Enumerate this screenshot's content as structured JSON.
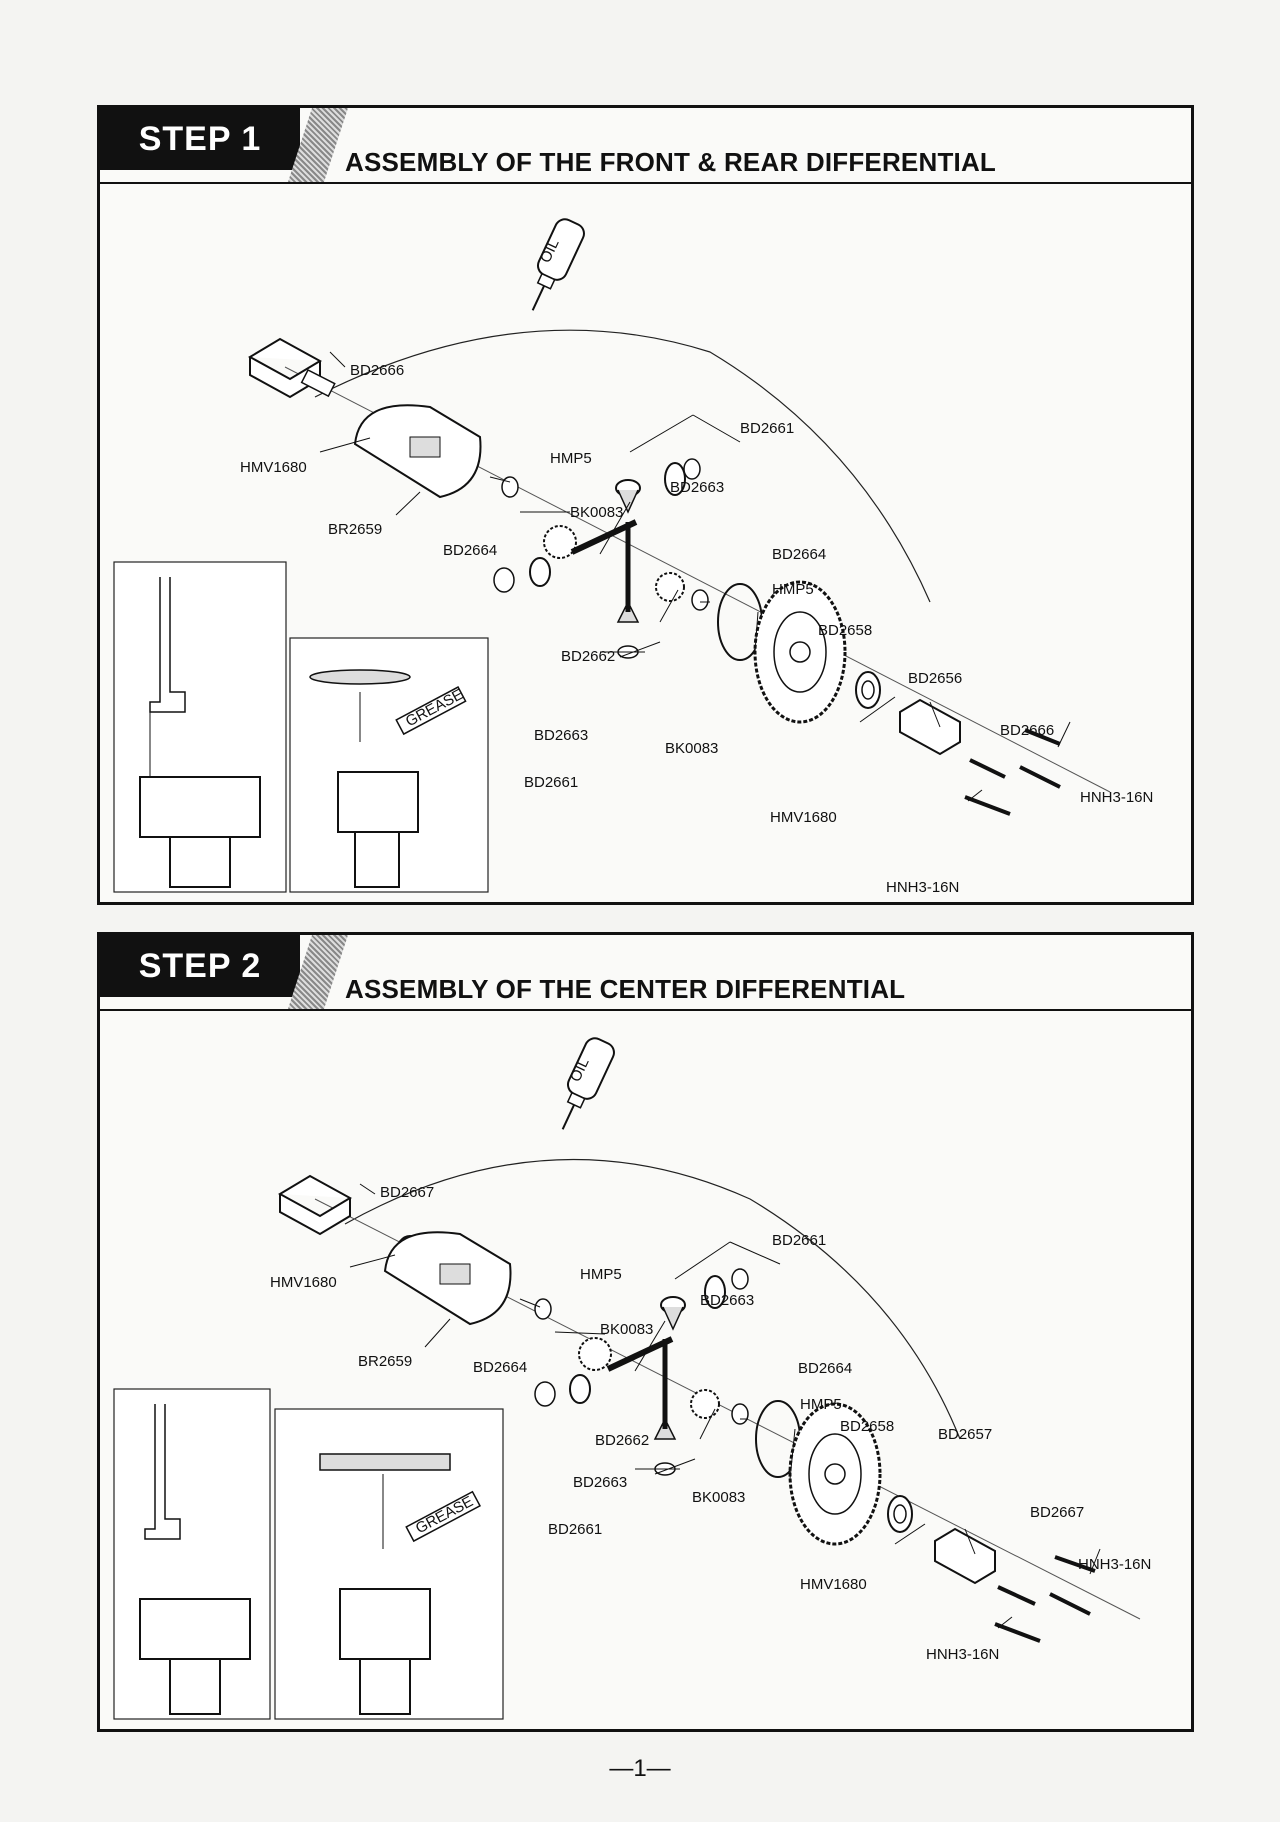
{
  "step1": {
    "tag": "STEP 1",
    "title": "ASSEMBLY OF THE FRONT & REAR DIFFERENTIAL",
    "oil_label": "OIL",
    "grease_label": "GREASE",
    "parts": {
      "outdrive_top": "BD2666",
      "bearing_left": "HMV1680",
      "case": "BR2659",
      "pin_top": "HMP5",
      "washer_top": "BK0083",
      "gear_left": "BD2664",
      "shim_top": "BD2661",
      "gear_top": "BD2663",
      "gear_right": "BD2664",
      "pin_right": "HMP5",
      "gasket": "BD2658",
      "shaft": "BD2662",
      "gear_bottom": "BD2663",
      "washer_bottom": "BK0083",
      "shim_bottom": "BD2661",
      "ring_gear": "BD2656",
      "outdrive_bottom": "BD2666",
      "bearing_right": "HMV1680",
      "screws_right": "HNH3-16N",
      "screws_bottom": "HNH3-16N"
    }
  },
  "step2": {
    "tag": "STEP 2",
    "title": "ASSEMBLY OF THE CENTER DIFFERENTIAL",
    "oil_label": "OIL",
    "grease_label": "GREASE",
    "parts": {
      "outdrive_top": "BD2667",
      "bearing_left": "HMV1680",
      "case": "BR2659",
      "pin_top": "HMP5",
      "washer_top": "BK0083",
      "gear_left": "BD2664",
      "shim_top": "BD2661",
      "gear_top": "BD2663",
      "gear_right": "BD2664",
      "pin_right": "HMP5",
      "gasket": "BD2658",
      "shaft": "BD2662",
      "gear_bottom": "BD2663",
      "washer_bottom": "BK0083",
      "shim_bottom": "BD2661",
      "ring_gear": "BD2657",
      "outdrive_bottom": "BD2667",
      "bearing_right": "HMV1680",
      "screws_right": "HNH3-16N",
      "screws_bottom": "HNH3-16N"
    }
  },
  "page_number": "—1—"
}
